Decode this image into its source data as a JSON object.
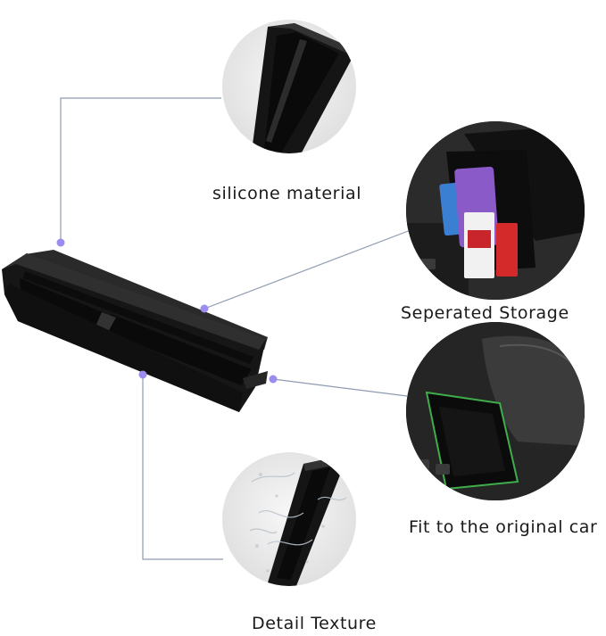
{
  "features": {
    "silicone": {
      "label": "silicone material"
    },
    "storage": {
      "label": "Seperated Storage"
    },
    "fit": {
      "label": "Fit to the original car"
    },
    "texture": {
      "label": "Detail Texture"
    }
  },
  "colors": {
    "background": "#ffffff",
    "callout_line": "#8e9bb0",
    "callout_dot": "#9b8cf0",
    "product_black": "#141414",
    "circle_bg": "#ececec",
    "accent_green": "#3fae4a"
  }
}
